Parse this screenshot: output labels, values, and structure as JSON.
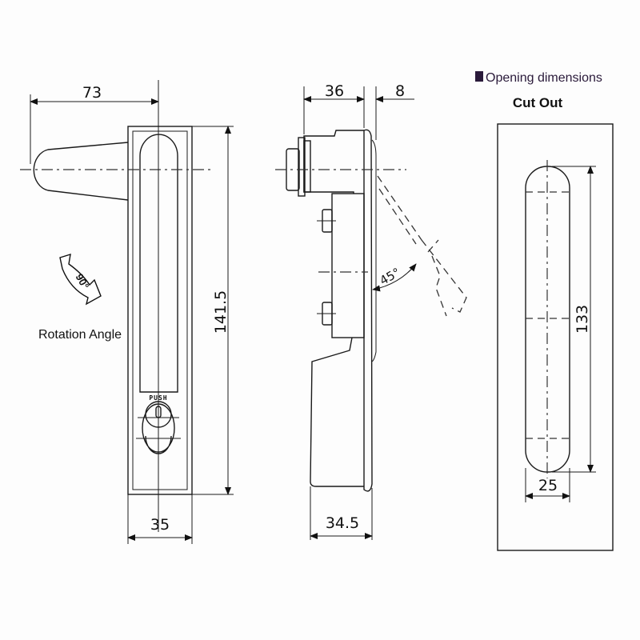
{
  "front_view": {
    "dim_width_lever": "73",
    "dim_height": "141.5",
    "dim_width": "35",
    "push_label": "PUSH",
    "rotation_value": "90°",
    "rotation_caption": "Rotation Angle"
  },
  "side_view": {
    "dim_depth": "36",
    "dim_plate": "8",
    "dim_base": "34.5",
    "angle_label": "45°"
  },
  "cutout_view": {
    "heading": "Opening dimensions",
    "subheading": "Cut Out",
    "dim_height": "133",
    "dim_width": "25"
  },
  "colors": {
    "line": "#1a1a1a",
    "bullet": "#2a1a3a"
  }
}
